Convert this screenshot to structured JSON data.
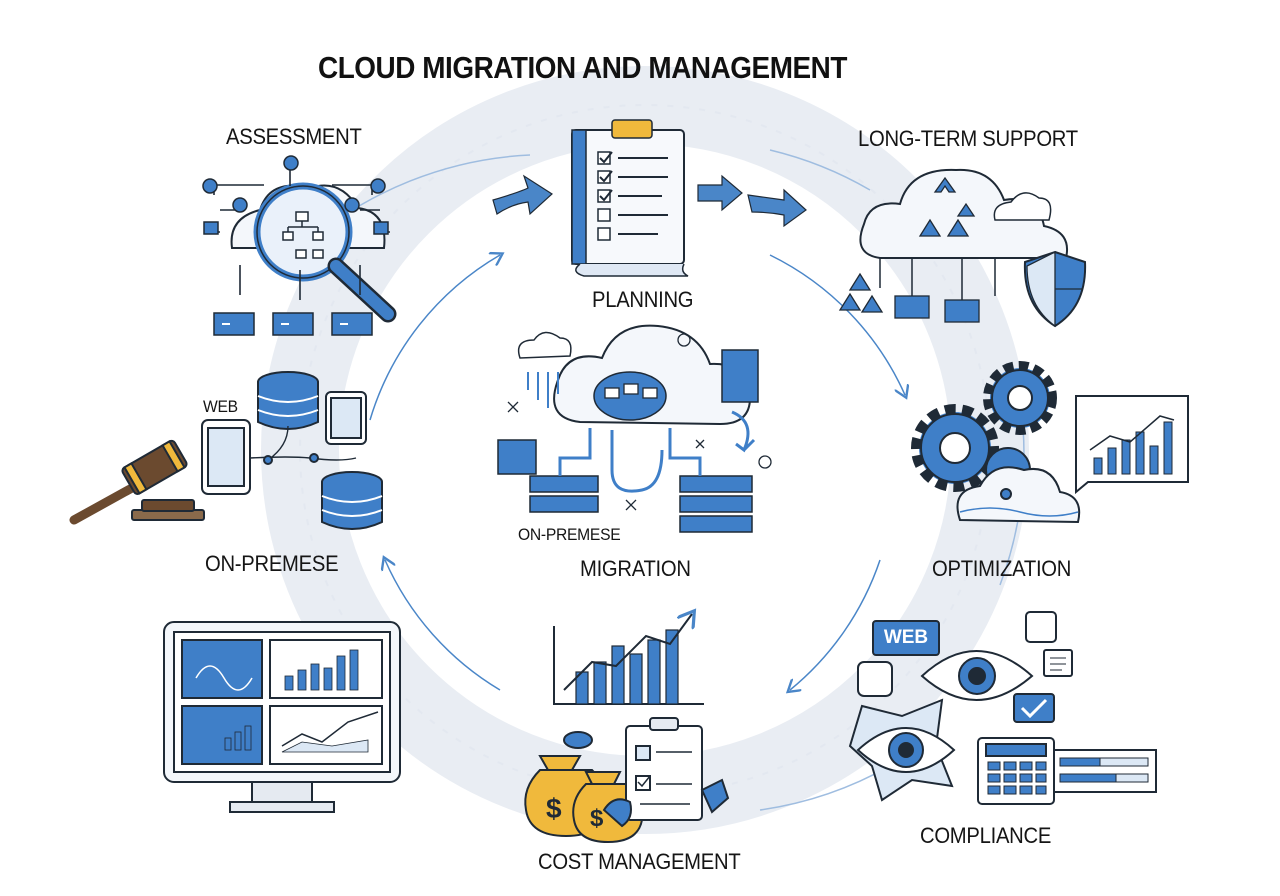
{
  "title": "CLOUD MIGRATION AND MANAGEMENT",
  "stages": {
    "assessment": "ASSESSMENT",
    "planning": "PLANNING",
    "long_term_support": "LONG-TERM SUPPORT",
    "optimization": "OPTIMIZATION",
    "compliance": "COMPLIANCE",
    "cost_management": "COST MANAGEMENT",
    "on_premese": "ON-PREMESE",
    "migration": "MIGRATION"
  },
  "sublabels": {
    "web_left": "WEB",
    "on_premese_center": "ON-PREMESE",
    "web_badge": "WEB"
  },
  "colors": {
    "accent_blue": "#3f7fc8",
    "light_blue": "#dce8f5",
    "ring_gray": "#e7ebf1",
    "outline": "#1f2a36",
    "gold": "#f0b93c",
    "wood": "#6b4a2f"
  },
  "icons": [
    "magnifier-icon",
    "clipboard-checklist-icon",
    "cloud-network-icon",
    "shield-icon",
    "gears-icon",
    "bar-chart-icon",
    "cloud-server-icon",
    "database-icon",
    "tablet-icon",
    "gavel-icon",
    "dashboard-monitor-icon",
    "money-bag-icon",
    "eye-icon",
    "calculator-icon"
  ]
}
